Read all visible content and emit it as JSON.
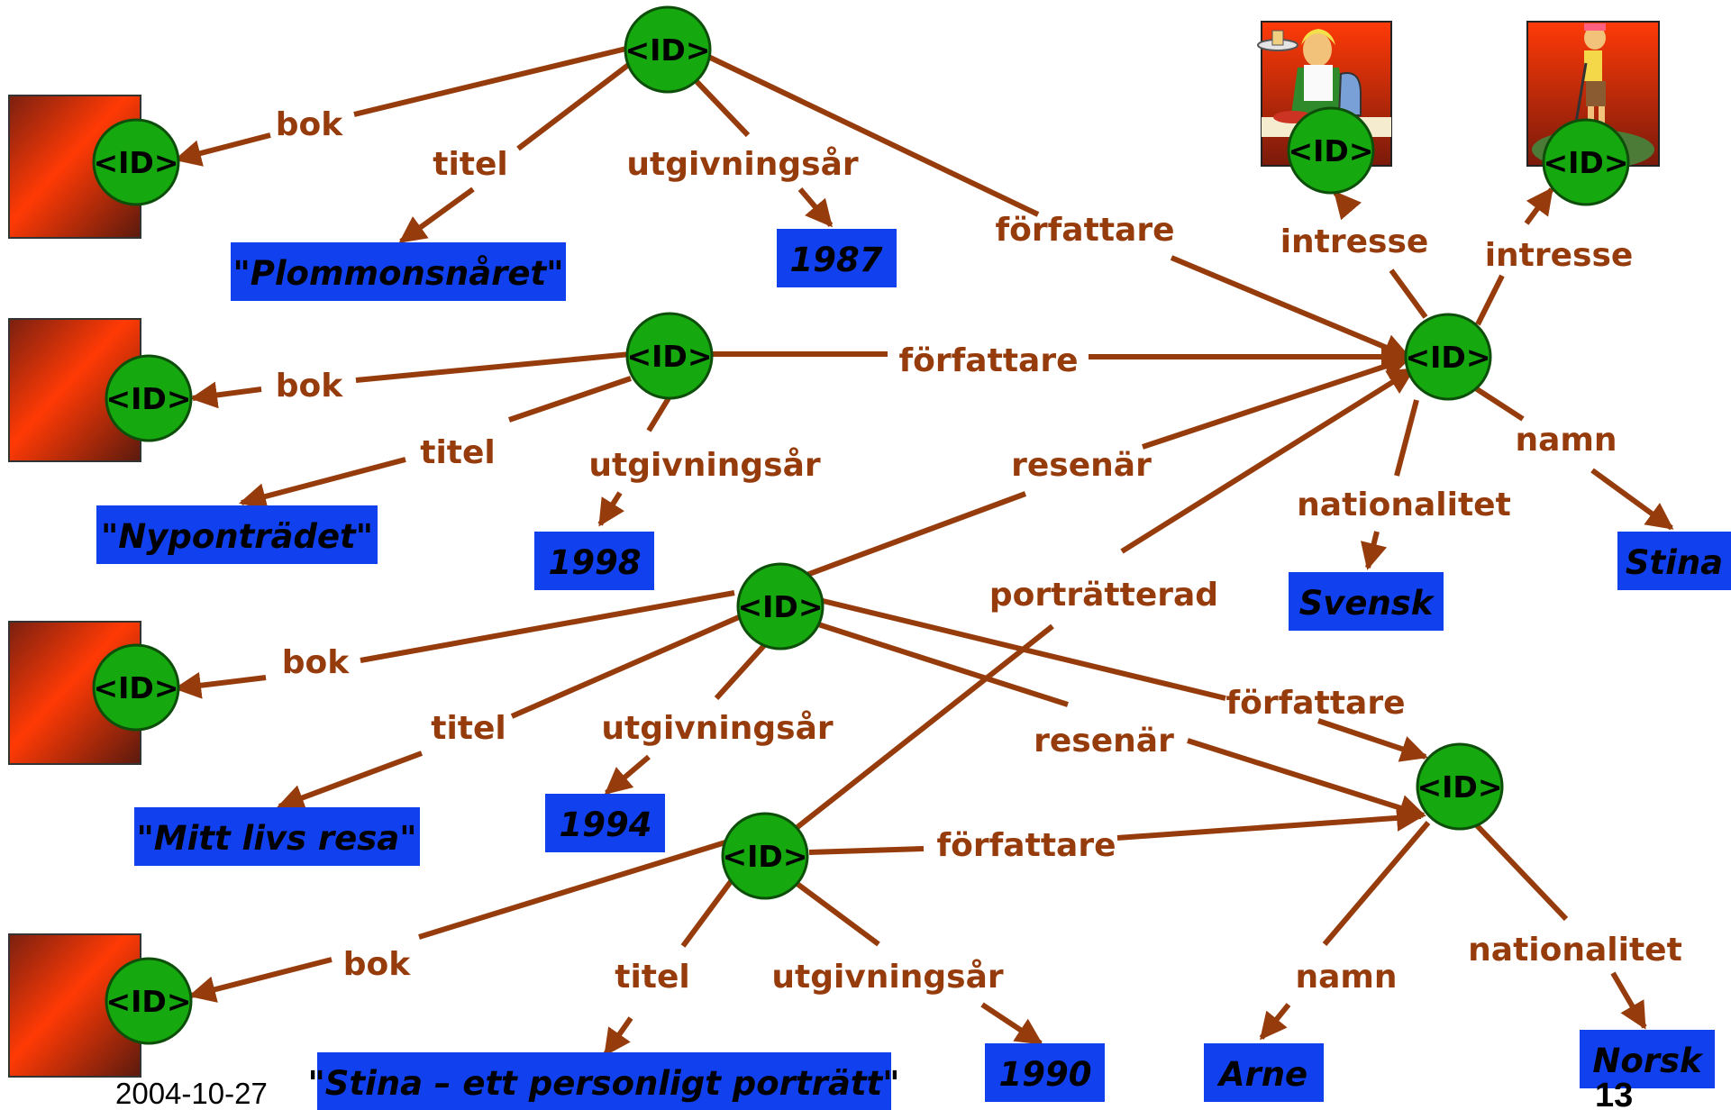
{
  "node_label": "<ID>",
  "labels": {
    "bok": "bok",
    "titel": "titel",
    "utgivningsar": "utgivningsår",
    "forfattare": "författare",
    "resenar": "resenär",
    "portratterad": "porträtterad",
    "intresse": "intresse",
    "nationalitet": "nationalitet",
    "namn": "namn"
  },
  "values": {
    "plommon": "\"Plommonsnåret\"",
    "y1987": "1987",
    "nypon": "\"Nyponträdet\"",
    "y1998": "1998",
    "mitt": "\"Mitt livs resa\"",
    "y1994": "1994",
    "stina_titel": "\"Stina – ett personligt porträtt\"",
    "y1990": "1990",
    "svensk": "Svensk",
    "stina": "Stina",
    "arne": "Arne",
    "norsk": "Norsk"
  },
  "footer": {
    "date": "2004-10-27",
    "page": "13"
  },
  "colors": {
    "edge": "#963c0c",
    "node": "#16a80f",
    "value_box": "#1140ee",
    "book_gradient_start": "#ff3a05",
    "book_gradient_end": "#5a1a0e"
  },
  "icons": {
    "interest_1": "waitress-clipart-icon",
    "interest_2": "golfer-clipart-icon"
  }
}
